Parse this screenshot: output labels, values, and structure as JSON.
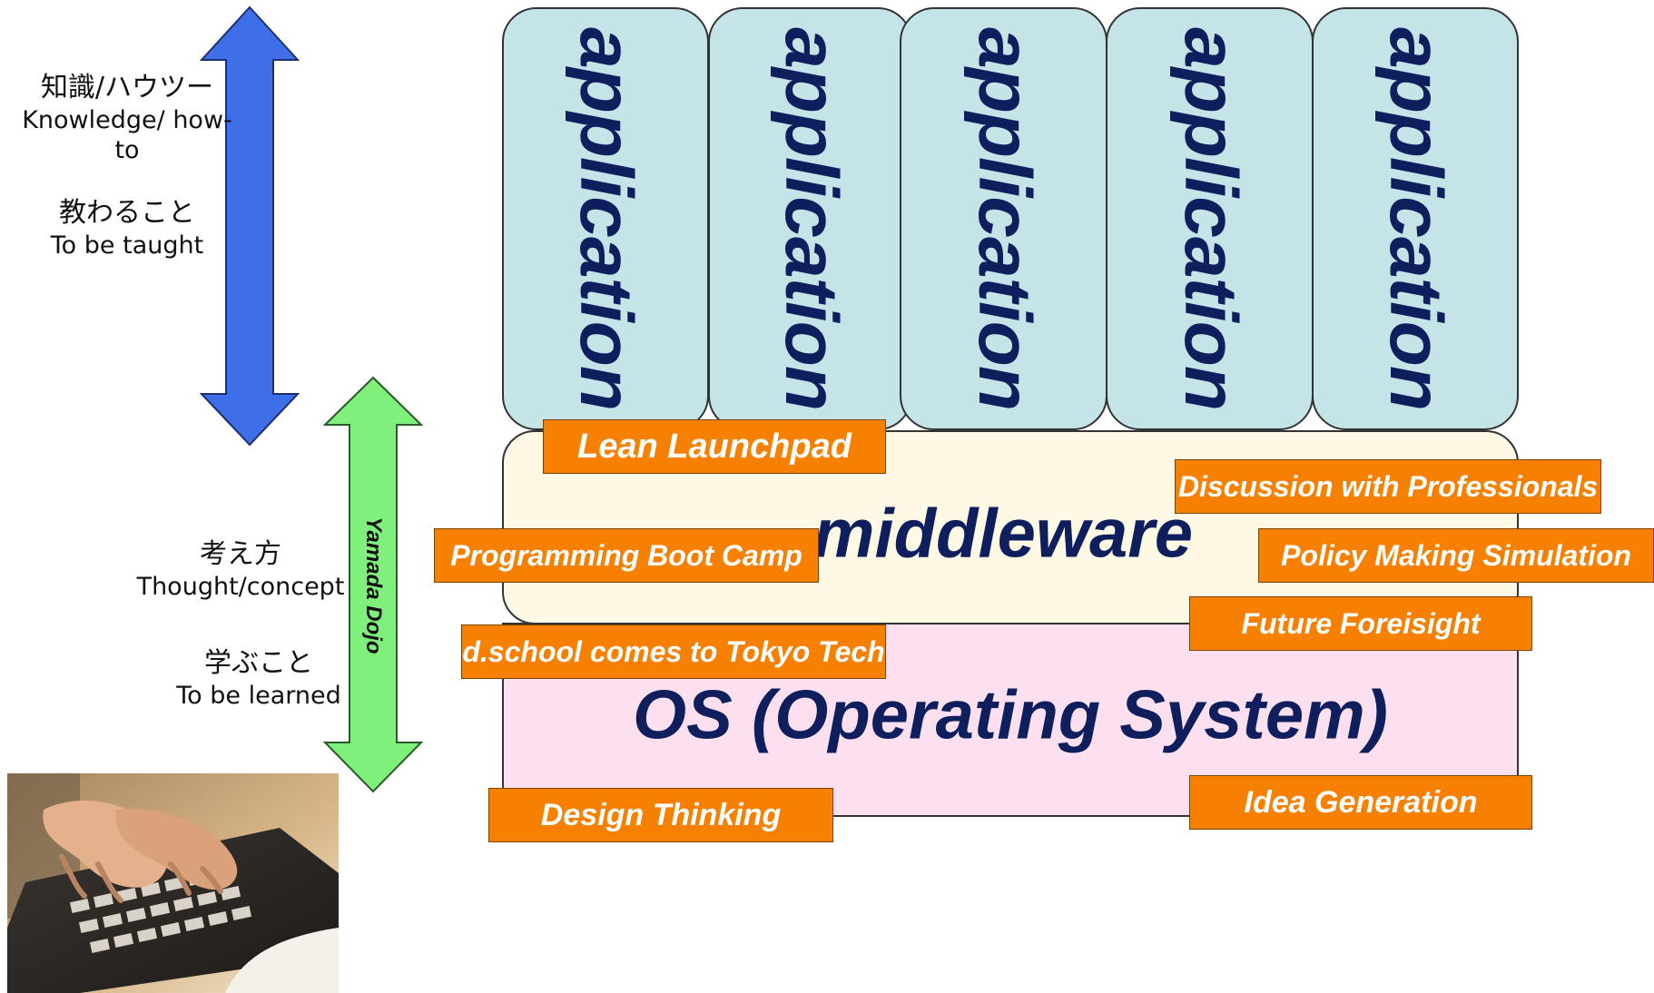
{
  "left_labels": {
    "knowledge_jp": "知識/ハウツー",
    "knowledge_en": "Knowledge/ how-to",
    "taught_jp": "教わること",
    "taught_en": "To be taught",
    "thought_jp": "考え方",
    "thought_en": "Thought/concept",
    "learned_jp": "学ぶこと",
    "learned_en": "To be learned"
  },
  "green_arrow_label": "Yamada Dojo",
  "applications": [
    "application",
    "application",
    "application",
    "application",
    "application"
  ],
  "layers": {
    "middleware": "middleware",
    "os": "OS (Operating System)"
  },
  "tags": {
    "lean_launchpad": "Lean Launchpad",
    "discussion": "Discussion with Professionals",
    "boot_camp": "Programming Boot Camp",
    "policy": "Policy Making Simulation",
    "foresight": "Future Foreisight",
    "dschool": "d.school comes to Tokyo Tech",
    "design_thinking": "Design Thinking",
    "idea_generation": "Idea Generation"
  },
  "colors": {
    "blue_arrow": "#3f6fe8",
    "green_arrow": "#80f07c",
    "application_fill": "#c5e4e8",
    "middleware_fill": "#fdf9e4",
    "os_fill": "#fde0f0",
    "tag_fill": "#f88000",
    "title_text": "#0f1f5e"
  },
  "icons": {
    "blue_arrow": "double-headed-vertical-arrow",
    "green_arrow": "double-headed-vertical-arrow",
    "photo": "hands-typing-on-keyboard"
  }
}
